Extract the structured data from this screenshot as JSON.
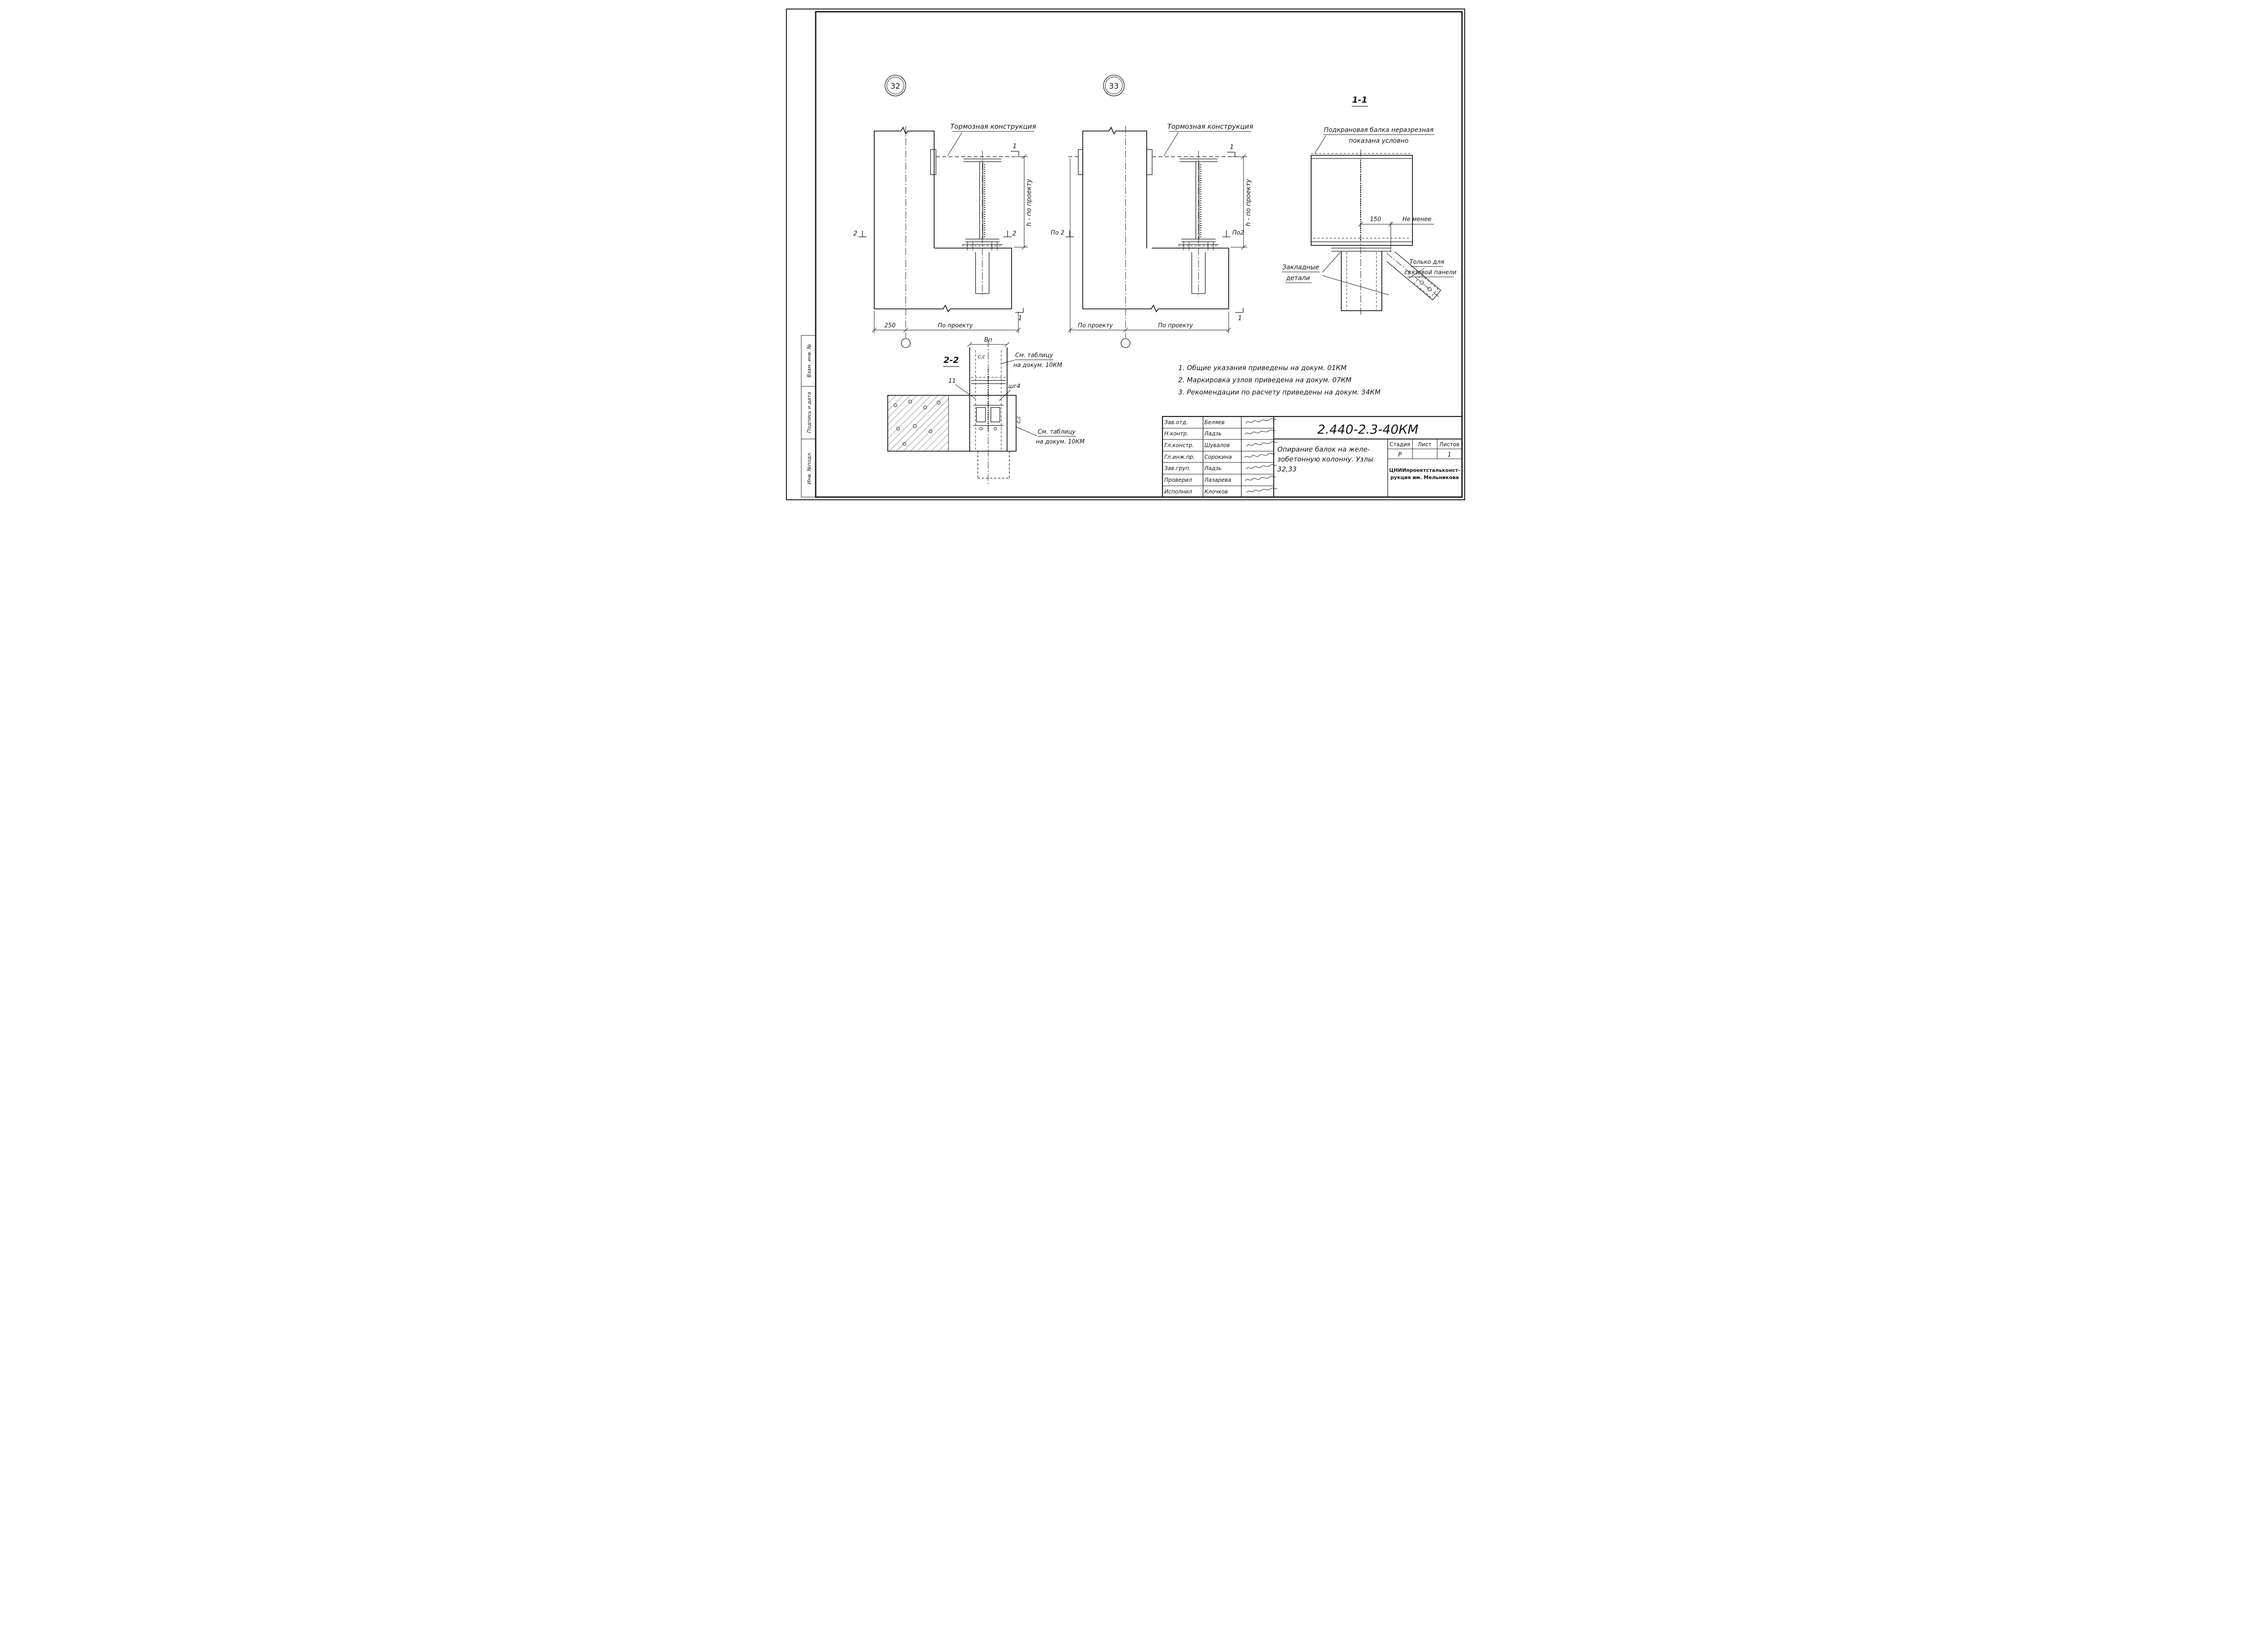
{
  "sheet": {
    "doc_number": "2.440-2.3-40КМ",
    "title_line1": "Опирание балок на желе-",
    "title_line2": "зобетонную колонну. Узлы",
    "title_line3": "32,33",
    "stage_label": "Стадия",
    "sheet_label": "Лист",
    "sheets_label": "Листов",
    "stage_value": "Р",
    "sheets_value": "1",
    "org_line1": "ЦНИИпроектстальконст-",
    "org_line2": "рукция им. Мельникова"
  },
  "sidebar": {
    "cells": [
      "Взам. инв. №",
      "Подпись и дата",
      "Инв. №подл."
    ]
  },
  "nodes": {
    "node32": {
      "number": "32",
      "brake_label": "Тормозная конструкция",
      "section2_left": "2",
      "section2_right": "2",
      "section1_top": "1",
      "section1_bottom": "1",
      "dim_height": "h - по проекту",
      "dim_250": "250",
      "dim_project": "По проекту"
    },
    "node33": {
      "number": "33",
      "brake_label": "Тормозная конструкция",
      "po2_left": "По 2",
      "po2_right": "По2",
      "section1_top": "1",
      "section1_bottom": "1",
      "dim_height": "h - по проекту",
      "dim_project_left": "По проекту",
      "dim_project_right": "По проекту"
    }
  },
  "section11": {
    "title": "1-1",
    "crane_beam_line1": "Подкрановая балка неразрезная",
    "crane_beam_line2": "показана условно",
    "dim_150": "150",
    "not_less": "Не менее",
    "embedded_line1": "Закладные",
    "embedded_line2": "детали",
    "brace_line1": "Только для",
    "brace_line2": "связевой панели"
  },
  "section22": {
    "title": "2-2",
    "dim_vp": "Вп",
    "dim_cc_top": "с,с",
    "dim_cc_bottom": "с,с",
    "see_table_top_line1": "См. таблицу",
    "see_table_top_line2": "на докум. 10КМ",
    "label_11": "11",
    "label_shg4": "шг4",
    "see_table_bottom_line1": "См. таблицу",
    "see_table_bottom_line2": "на докум. 10КМ"
  },
  "notes": [
    "1. Общие указания  приведены  на  докум. 01КМ",
    "2. Маркировка  узлов  приведена  на докум. 07КМ",
    "3. Рекомендации  по расчету  приведены  на  докум. 34КМ"
  ],
  "titleblock": {
    "rows": [
      {
        "role": "Зав.отд.",
        "name": "Беляев"
      },
      {
        "role": "Н.контр.",
        "name": "Ладзь"
      },
      {
        "role": "Гл.констр.",
        "name": "Шувалов"
      },
      {
        "role": "Гл.инж.пр.",
        "name": "Сорокина"
      },
      {
        "role": "Зав.груп.",
        "name": "Ладзь"
      },
      {
        "role": "Проверил",
        "name": "Лазарева"
      },
      {
        "role": "Исполнил",
        "name": "Клочков"
      }
    ]
  }
}
